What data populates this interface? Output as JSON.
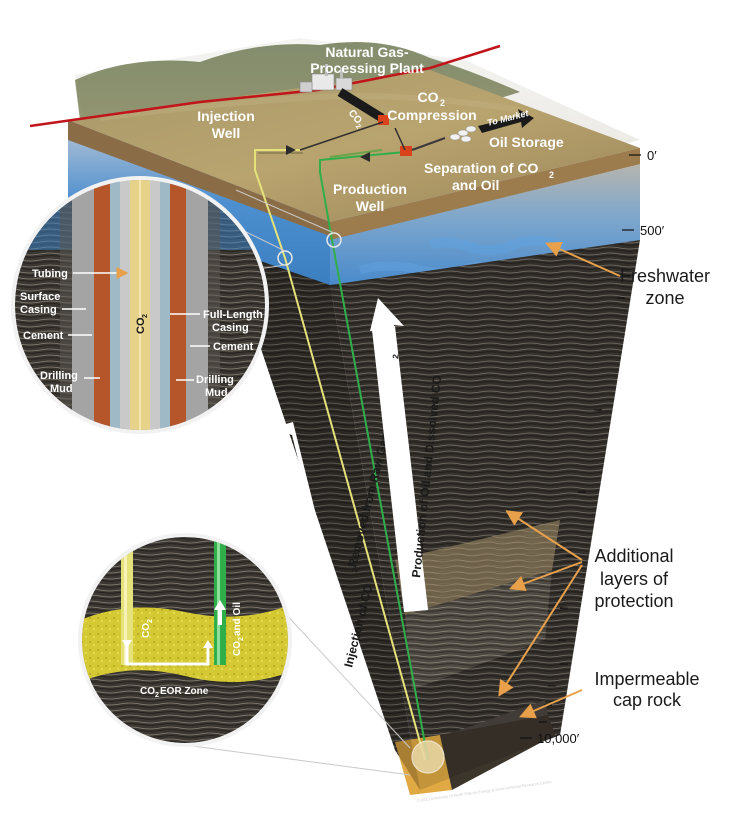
{
  "surface_labels": {
    "plant_line1": "Natural Gas-",
    "plant_line2": "Processing Plant",
    "co2_pipe": "CO",
    "co2_pipe_sub": "2",
    "compression_line1": "CO",
    "compression_line1_sub": "2",
    "compression_line2": "Compression",
    "to_market": "To Market",
    "oil_storage": "Oil Storage",
    "injection_line1": "Injection",
    "injection_line2": "Well",
    "production_line1": "Production",
    "production_line2": "Well",
    "separation_line1": "Separation of CO",
    "separation_line1_sub": "2",
    "separation_line2": "and Oil"
  },
  "depth_labels": {
    "zero": "0′",
    "five_hundred": "500′",
    "ten_thousand": "10,000′"
  },
  "callouts": {
    "freshwater_line1": "Freshwater",
    "freshwater_line2": "zone",
    "layers_line1": "Additional",
    "layers_line2": "layers of",
    "layers_line3": "protection",
    "caprock_line1": "Impermeable",
    "caprock_line2": "cap rock"
  },
  "arrows": {
    "injection_text": "Injection of CO",
    "injection_sub": "2",
    "injection_rest": " Removed from Raw Gas",
    "production_text": "Production of Oil and Dissolved CO",
    "production_sub": "2"
  },
  "well_inset": {
    "tubing": "Tubing",
    "surface_casing_line1": "Surface",
    "surface_casing_line2": "Casing",
    "cement_left": "Cement",
    "drilling_mud_left_1": "Drilling",
    "drilling_mud_left_2": "Mud",
    "co2_center": "CO",
    "co2_center_sub": "2",
    "full_length_1": "Full-Length",
    "full_length_2": "Casing",
    "cement_right": "Cement",
    "drilling_mud_right_1": "Drilling",
    "drilling_mud_right_2": "Mud"
  },
  "eor_inset": {
    "co2_down": "CO",
    "co2_down_sub": "2",
    "co2_oil": "CO",
    "co2_oil_sub": "2",
    "co2_oil_rest": " and Oil",
    "zone": "CO",
    "zone_sub": "2",
    "zone_rest": " EOR Zone"
  },
  "credit": "© 2013 University of North Dakota Energy & Environmental Research Center",
  "colors": {
    "callout_arrow": "#e8a04a",
    "pipeline_red": "#c0151b",
    "production_green": "#2fae4a",
    "injection_yellow": "#e6e27a",
    "casing_rust": "#b4552a",
    "eor_yellow": "#d9cf3a"
  }
}
